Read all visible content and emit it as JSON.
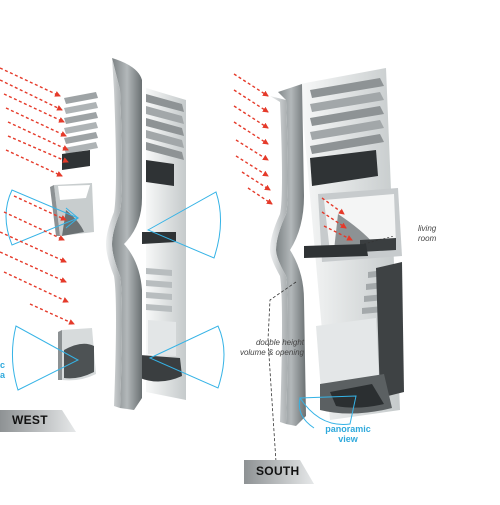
{
  "labels": {
    "west": "WEST",
    "south": "SOUTH",
    "living_room_line1": "living",
    "living_room_line2": "room",
    "double_height_line1": "double height",
    "double_height_line2": "volume & opening",
    "panoramic_line1": "panoramic",
    "panoramic_line2": "view",
    "left_edge_line1": "c",
    "left_edge_line2": "a"
  },
  "colors": {
    "sun_arrow": "#e53a2a",
    "view_cone": "#35b3e6",
    "shell_dark": "#6e7476",
    "shell_mid": "#9aa0a2",
    "shell_light": "#d4d8d9",
    "shelf_dark": "#3b3f41",
    "label_tab": "#a9adaf"
  }
}
